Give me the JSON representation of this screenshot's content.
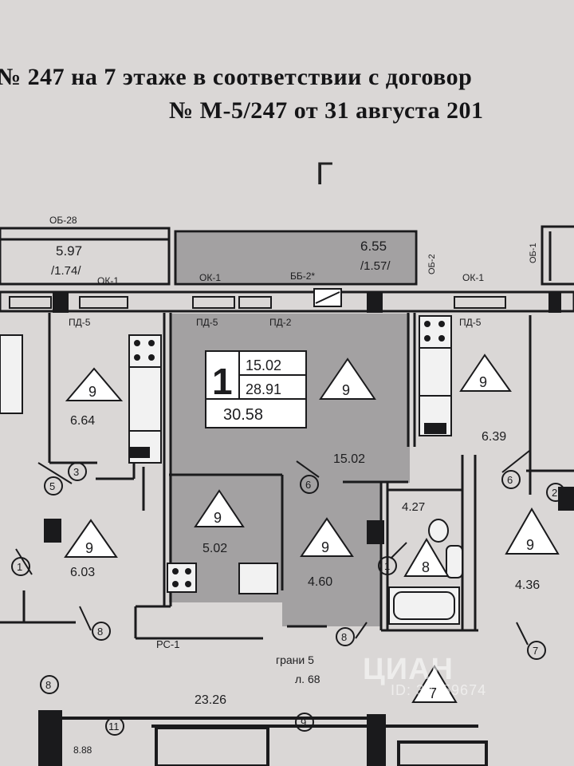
{
  "header": {
    "line1": "№ 247 на 7 этаже в соответствии с договор",
    "line2": "№ М-5/247 от 31 августа 201"
  },
  "section_mark": "Г",
  "apartment": {
    "rooms": "1",
    "living_area": "15.02",
    "total_area_excl": "28.91",
    "total_area": "30.58"
  },
  "elements": {
    "ob28": "ОБ-28",
    "ok1_a": "ОК-1",
    "ok1_b": "ОК-1",
    "ok1_c": "ОК-1",
    "bb2": "ББ-2*",
    "ob2": "ОБ-2",
    "ob1": "ОБ-1",
    "pd5_a": "ПД-5",
    "pd5_b": "ПД-5",
    "pd5_c": "ПД-5",
    "pd2": "ПД-2",
    "rs1": "РС-1",
    "grid_axis": "грани 5",
    "axis_l": "л. 68"
  },
  "rooms": [
    {
      "id": "balcony-left",
      "area": "5.97",
      "sub": "/1.74/"
    },
    {
      "id": "balcony-right",
      "area": "6.55",
      "sub": "/1.57/"
    },
    {
      "id": "left-kitchen",
      "area": "6.64",
      "floor": "9"
    },
    {
      "id": "left-room",
      "area": "6.03",
      "floor": "9"
    },
    {
      "id": "living-room",
      "area": "15.02",
      "floor": "9"
    },
    {
      "id": "kitchen",
      "area": "5.02",
      "floor": "9"
    },
    {
      "id": "hall",
      "area": "4.60",
      "floor": "9"
    },
    {
      "id": "bathroom",
      "area": "4.27",
      "floor": "8"
    },
    {
      "id": "right-kitchen",
      "area": "6.39",
      "floor": "9"
    },
    {
      "id": "right-room",
      "area": "4.36",
      "floor": "9"
    },
    {
      "id": "corridor",
      "area": "23.26",
      "floor": "7"
    },
    {
      "id": "bottom-left",
      "area": "8.88"
    }
  ],
  "door_marks": [
    "3",
    "5",
    "1",
    "6",
    "6",
    "1",
    "8",
    "8",
    "7",
    "8",
    "11",
    "9",
    "2"
  ],
  "watermark": {
    "brand": "ЦИАН",
    "id": "ID: 32759674"
  },
  "colors": {
    "background": "#dad7d6",
    "apartment_fill": "#a3a1a2",
    "wall": "#1a1a1c"
  }
}
